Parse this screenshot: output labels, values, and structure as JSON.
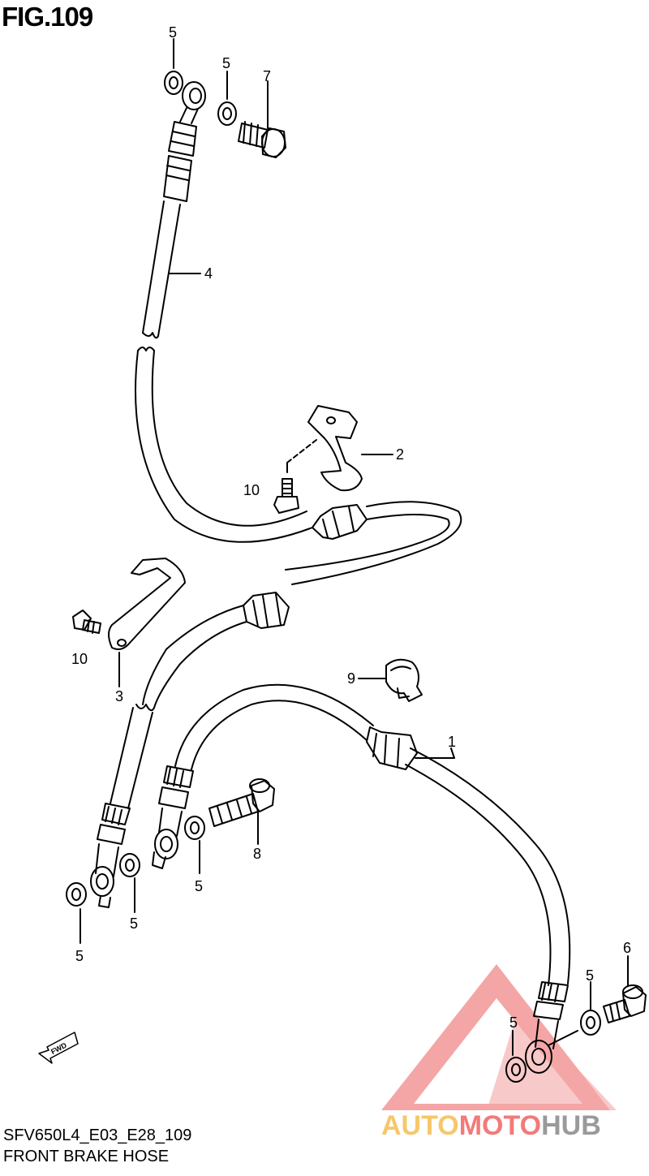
{
  "figure": {
    "title": "FIG.109",
    "model_code": "SFV650L4_E03_E28_109",
    "name": "FRONT BRAKE HOSE"
  },
  "direction_marker": {
    "label": "FWD",
    "icon": "arrow-fwd-icon"
  },
  "watermark": {
    "parts": [
      "AUTO",
      "MOTO",
      "HUB"
    ],
    "colors": {
      "auto": "#f6c76a",
      "moto": "#f27a7a",
      "hub": "#9a9a9a",
      "triangle": "#f04040"
    }
  },
  "callouts": {
    "c5a": "5",
    "c5b": "5",
    "c7": "7",
    "c4": "4",
    "c2": "2",
    "c10a": "10",
    "c10b": "10",
    "c3": "3",
    "c9": "9",
    "c1": "1",
    "c8": "8",
    "c5c": "5",
    "c5d": "5",
    "c5e": "5",
    "c6": "6",
    "c5f": "5",
    "c5g": "5"
  },
  "colors": {
    "line": "#000000",
    "background": "#ffffff"
  }
}
